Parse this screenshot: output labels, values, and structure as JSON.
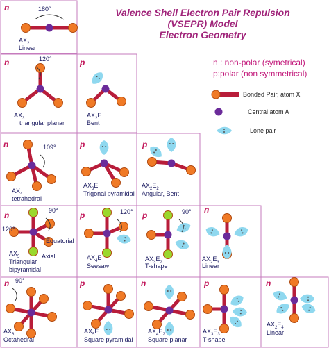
{
  "title": {
    "line1": "Valence Shell Electron Pair Repulsion",
    "line2": "(VSEPR) Model",
    "line3": "Electron Geometry"
  },
  "polarity_rule": {
    "nonpolar": "n : non-polar (symetrical)",
    "polar": "p:polar (non symmetrical)"
  },
  "legend": {
    "bonded": "Bonded Pair, atom X",
    "central": "Central atom  A",
    "lone": "Lone pair"
  },
  "colors": {
    "bond": "#b81d3a",
    "atom_fill": "#f07a26",
    "atom_stroke": "#b04a10",
    "central": "#6b2b9a",
    "lone_pair": "#8fd8ef",
    "axial_atom": "#9ad82c",
    "grid": "#c67bbd",
    "polarity": "#c2185b",
    "title": "#a0247a"
  },
  "cells": [
    {
      "id": "ax2",
      "polarity": "n",
      "formula": {
        "base": "AX",
        "x": "2",
        "suffix": "",
        "e": ""
      },
      "shape": "Linear",
      "angle": "180°"
    },
    {
      "id": "ax3",
      "polarity": "n",
      "formula": {
        "base": "AX",
        "x": "3",
        "suffix": "",
        "e": ""
      },
      "shape": "triangular planar",
      "angle": "120°"
    },
    {
      "id": "ax2e",
      "polarity": "p",
      "formula": {
        "base": "AX",
        "x": "2",
        "suffix": "E",
        "e": ""
      },
      "shape": "Bent"
    },
    {
      "id": "ax4",
      "polarity": "n",
      "formula": {
        "base": "AX",
        "x": "4",
        "suffix": "",
        "e": ""
      },
      "shape": "tetrahedral",
      "angle": "109°"
    },
    {
      "id": "ax3e",
      "polarity": "p",
      "formula": {
        "base": "AX",
        "x": "3",
        "suffix": "E",
        "e": ""
      },
      "shape": "Trigonal pyramidal"
    },
    {
      "id": "ax2e2",
      "polarity": "p",
      "formula": {
        "base": "AX",
        "x": "2",
        "suffix": "E",
        "e": "2"
      },
      "shape": "Angular, Bent"
    },
    {
      "id": "ax5",
      "polarity": "n",
      "formula": {
        "base": "AX",
        "x": "5",
        "suffix": "",
        "e": ""
      },
      "shape": "Triangular bipyramidal",
      "angle_top": "90°",
      "angle_left": "120°",
      "equatorial": "Equatorial",
      "axial": "Axial"
    },
    {
      "id": "ax4e",
      "polarity": "p",
      "formula": {
        "base": "AX",
        "x": "4",
        "suffix": "E",
        "e": ""
      },
      "shape": "Seesaw",
      "angle": "120°"
    },
    {
      "id": "ax3e2",
      "polarity": "p",
      "formula": {
        "base": "AX",
        "x": "3",
        "suffix": "E",
        "e": "2"
      },
      "shape": "T-shape",
      "angle": "90°"
    },
    {
      "id": "ax2e3",
      "polarity": "n",
      "formula": {
        "base": "AX",
        "x": "2",
        "suffix": "E",
        "e": "3"
      },
      "shape": "Linear"
    },
    {
      "id": "ax6",
      "polarity": "n",
      "formula": {
        "base": "AX",
        "x": "6",
        "suffix": "",
        "e": ""
      },
      "shape": "Octahedral",
      "angle": "90°"
    },
    {
      "id": "ax5e",
      "polarity": "p",
      "formula": {
        "base": "AX",
        "x": "5",
        "suffix": "E",
        "e": ""
      },
      "shape": "Square pyramidal"
    },
    {
      "id": "ax4e2",
      "polarity": "n",
      "formula": {
        "base": "AX",
        "x": "4",
        "suffix": "E",
        "e": "2"
      },
      "shape": "Square planar"
    },
    {
      "id": "ax3e3",
      "polarity": "p",
      "formula": {
        "base": "AX",
        "x": "3",
        "suffix": "E",
        "e": "3"
      },
      "shape": "T-shape"
    },
    {
      "id": "ax2e4",
      "polarity": "n",
      "formula": {
        "base": "AX",
        "x": "2",
        "suffix": "E",
        "e": "4"
      },
      "shape": "Linear"
    }
  ]
}
